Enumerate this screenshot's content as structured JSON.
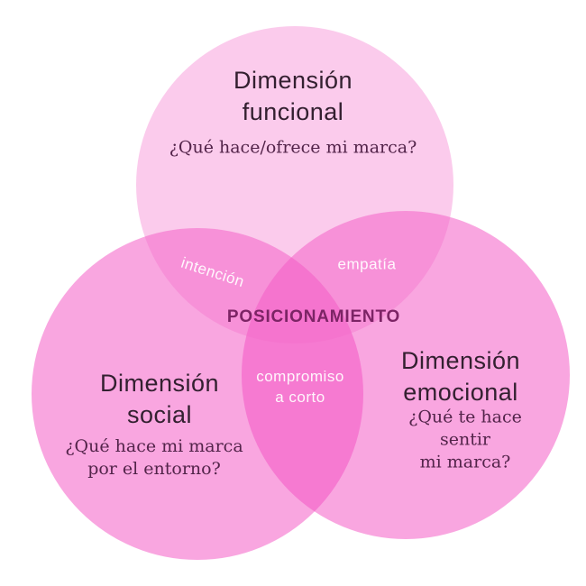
{
  "venn": {
    "center_label": "POSICIONAMIENTO",
    "circles": [
      {
        "id": "funcional",
        "title": "Dimensión\nfuncional",
        "question": "¿Qué hace/ofrece mi marca?"
      },
      {
        "id": "social",
        "title": "Dimensión\nsocial",
        "question": "¿Qué hace mi marca\npor el entorno?"
      },
      {
        "id": "emocional",
        "title": "Dimensión\nemocional",
        "question": "¿Qué te hace sentir\nmi marca?"
      }
    ],
    "overlaps": [
      {
        "id": "funcional-social",
        "label": "intención"
      },
      {
        "id": "funcional-emocional",
        "label": "empatía"
      },
      {
        "id": "social-emocional",
        "label": "compromiso\na corto"
      }
    ],
    "colors": {
      "background": "#ffffff",
      "top_circle_fill": "#f46ac9",
      "bottom_circle_fill": "#f34dc1",
      "top_circle_rendered": "#fbcaec",
      "bottom_circle_rendered": "#f9a6e0",
      "overlap_top_bottom_rendered": "#f791d8",
      "overlap_bottom_bottom_rendered": "#f67ad0",
      "circle_title_text": "#332030",
      "circle_question_text": "#53244a",
      "center_label_text": "#7c2465",
      "overlap_label_text": "#ffffff"
    }
  }
}
